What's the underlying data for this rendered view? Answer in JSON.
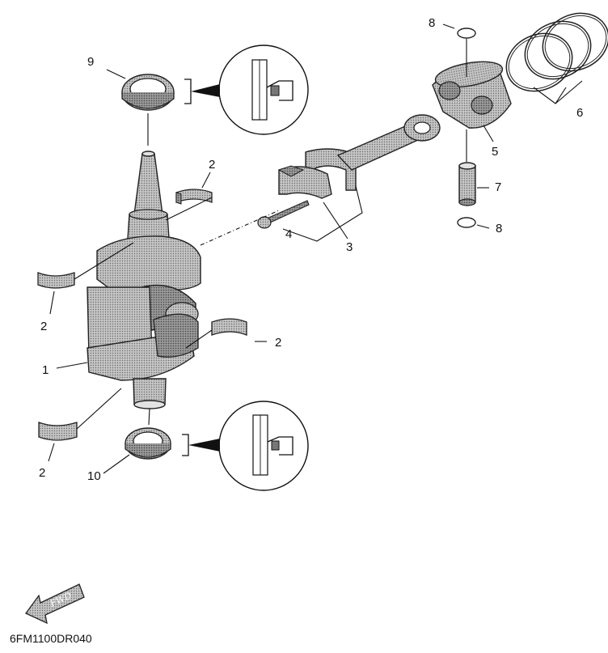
{
  "diagram": {
    "code": "6FM1100DR040",
    "fwd_text": "FWD",
    "callouts": [
      {
        "id": "c1",
        "text": "1"
      },
      {
        "id": "c2a",
        "text": "2"
      },
      {
        "id": "c2b",
        "text": "2"
      },
      {
        "id": "c2c",
        "text": "2"
      },
      {
        "id": "c2d",
        "text": "2"
      },
      {
        "id": "c3",
        "text": "3"
      },
      {
        "id": "c4",
        "text": "4"
      },
      {
        "id": "c5",
        "text": "5"
      },
      {
        "id": "c6",
        "text": "6"
      },
      {
        "id": "c7",
        "text": "7"
      },
      {
        "id": "c8a",
        "text": "8"
      },
      {
        "id": "c8b",
        "text": "8"
      },
      {
        "id": "c9",
        "text": "9"
      },
      {
        "id": "c10",
        "text": "10"
      }
    ]
  }
}
